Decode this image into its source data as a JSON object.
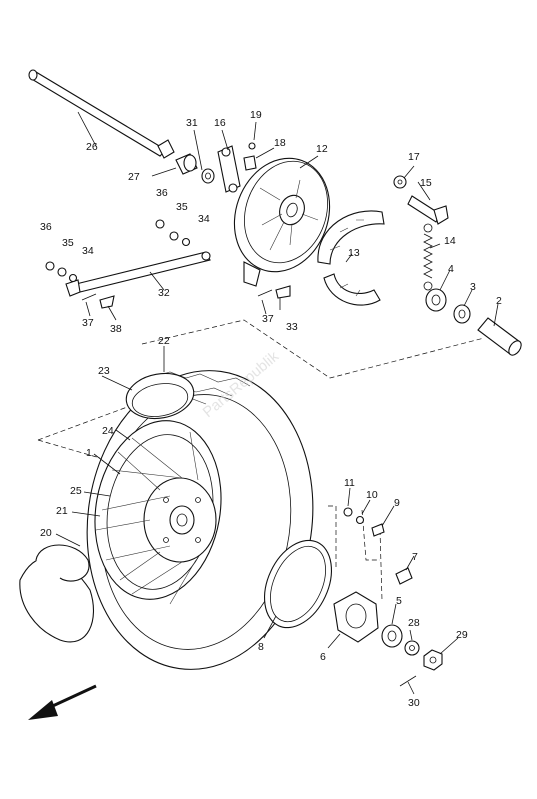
{
  "diagram": {
    "watermark": "PartsRepublik",
    "labels": {
      "l1": "1",
      "l2": "2",
      "l3": "3",
      "l4": "4",
      "l5": "5",
      "l6": "6",
      "l7": "7",
      "l8": "8",
      "l9": "9",
      "l10": "10",
      "l11": "11",
      "l12": "12",
      "l13": "13",
      "l14": "14",
      "l15": "15",
      "l16": "16",
      "l17": "17",
      "l18": "18",
      "l19": "19",
      "l20": "20",
      "l21": "21",
      "l22": "22",
      "l23": "23",
      "l24": "24",
      "l25": "25",
      "l26": "26",
      "l27": "27",
      "l28": "28",
      "l29": "29",
      "l30": "30",
      "l31": "31",
      "l32": "32",
      "l33": "33",
      "l34a": "34",
      "l34b": "34",
      "l35a": "35",
      "l35b": "35",
      "l36a": "36",
      "l36b": "36",
      "l37a": "37",
      "l37b": "37",
      "l38": "38"
    }
  }
}
